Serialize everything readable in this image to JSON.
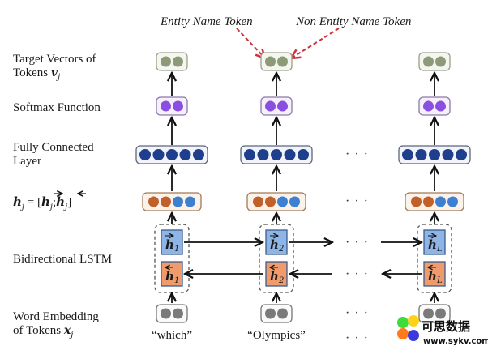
{
  "annotations": {
    "entity": "Entity Name Token",
    "non_entity": "Non Entity Name Token"
  },
  "row_labels": {
    "target_line1": "Target Vectors of",
    "target_line2": "Tokens ",
    "target_var": "v",
    "target_sub": "j",
    "softmax": "Softmax Function",
    "fc_line1": "Fully Connected",
    "fc_line2": "Layer",
    "hj_formula": "h",
    "hj_sub": "j",
    "hj_eq": " = [",
    "hj_fw": "h",
    "hj_semi": ";",
    "hj_bw": "h",
    "hj_close": "]",
    "bilstm": "Bidirectional LSTM",
    "embed_line1": "Word Embedding",
    "embed_line2": "of Tokens ",
    "embed_var": "x",
    "embed_sub": "j"
  },
  "columns": [
    {
      "word": "“which”",
      "fw_sub": "1",
      "bw_sub": "1"
    },
    {
      "word": "“Olympics”",
      "fw_sub": "2",
      "bw_sub": "2"
    },
    {
      "word": "",
      "fw_sub": "L",
      "bw_sub": "L"
    }
  ],
  "ellipsis": "···",
  "hidden_symbol": "h",
  "colors": {
    "target_circle": "#8c9a78",
    "target_box": "#f4f6ef",
    "softmax_circle": "#8a4fe0",
    "softmax_box": "#f5f0fb",
    "fc_circle": "#1f3f8c",
    "fc_box": "#f2f4f9",
    "concat_orange": "#c0602a",
    "concat_blue": "#3f7fd0",
    "concat_box": "#fbf3ea",
    "fw_box": "#8fb4e6",
    "bw_box": "#ef9b6c",
    "embed_circle": "#7a7a7a",
    "arrow_red": "#d0303a"
  },
  "watermark": {
    "cn": "可思数据",
    "url": "www.sykv.com"
  }
}
